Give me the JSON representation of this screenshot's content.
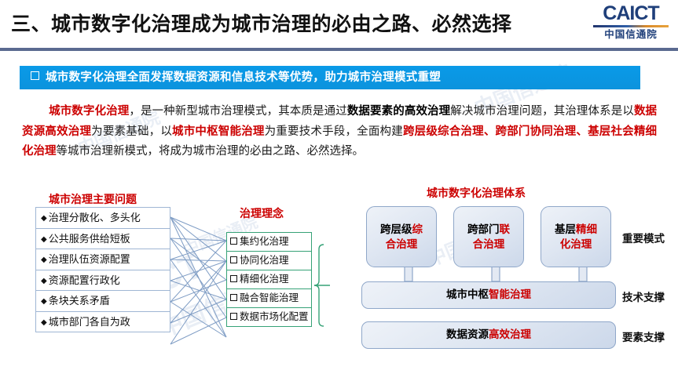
{
  "header": {
    "title": "三、城市数字化治理成为城市治理的必由之路、必然选择",
    "logo_main": "CAICT",
    "logo_sub": "中国信通院"
  },
  "banner": {
    "text": "城市数字化治理全面发挥数据资源和信息技术等优势，助力城市治理模式重塑",
    "bullet_icon": "square-bullet-icon",
    "bg_color": "#0a9ae8"
  },
  "paragraph": {
    "seg1_red": "城市数字化治理",
    "seg2": "，是一种新型城市治理模式，其本质是通过",
    "seg3_bold": "数据要素的高效治理",
    "seg4": "解决城市治理问题，其治理体系是以",
    "seg5_bold": "数据资源高效治理",
    "seg6": "为要素基础，以",
    "seg7_red": "城市中枢智能治理",
    "seg8": "为重要技术手段，全面构建",
    "seg9_red": "跨层级综合治理、跨部门协同治理、基层社会精细化治理",
    "seg10": "等城市治理新模式，将成为城市治理的必由之路、必然选择。"
  },
  "diagram": {
    "problems": {
      "caption": "城市治理主要问题",
      "marker_icon": "diamond-bullet-icon",
      "items": [
        "治理分散化、多头化",
        "公共服务供给短板",
        "治理队伍资源配置",
        "资源配置行政化",
        "条块关系矛盾",
        "城市部门各自为政"
      ]
    },
    "concepts": {
      "caption": "治理理念",
      "marker_icon": "checkbox-square-icon",
      "items": [
        "集约化治理",
        "协同化治理",
        "精细化治理",
        "融合智能治理",
        "数据市场化配置"
      ],
      "border_color": "#36a277"
    },
    "system": {
      "caption": "城市数字化治理体系",
      "modes": [
        {
          "line1_black": "跨层级",
          "line1_red": "综",
          "line2_red": "合治理"
        },
        {
          "line1_black": "跨部门",
          "line1_red": "联",
          "line2_red": "合治理"
        },
        {
          "line1_black": "基层",
          "line1_red": "精细",
          "line2_red": "化治理"
        }
      ],
      "tech_black": "城市中枢",
      "tech_red": "智能治理",
      "data_black": "数据资源",
      "data_red": "高效治理",
      "labels": [
        "重要模式",
        "技术支撑",
        "要素支撑"
      ],
      "arrow_icon": "up-arrow-icon",
      "bracket_icon": "curly-brace-icon"
    }
  },
  "colors": {
    "accent_red": "#cc0000",
    "banner_blue": "#0a9ae8",
    "box_border_blue": "#9fb6d4",
    "rule_gray": "#5a6a90"
  },
  "watermarks": [
    "CAICT",
    "中国信通院"
  ]
}
